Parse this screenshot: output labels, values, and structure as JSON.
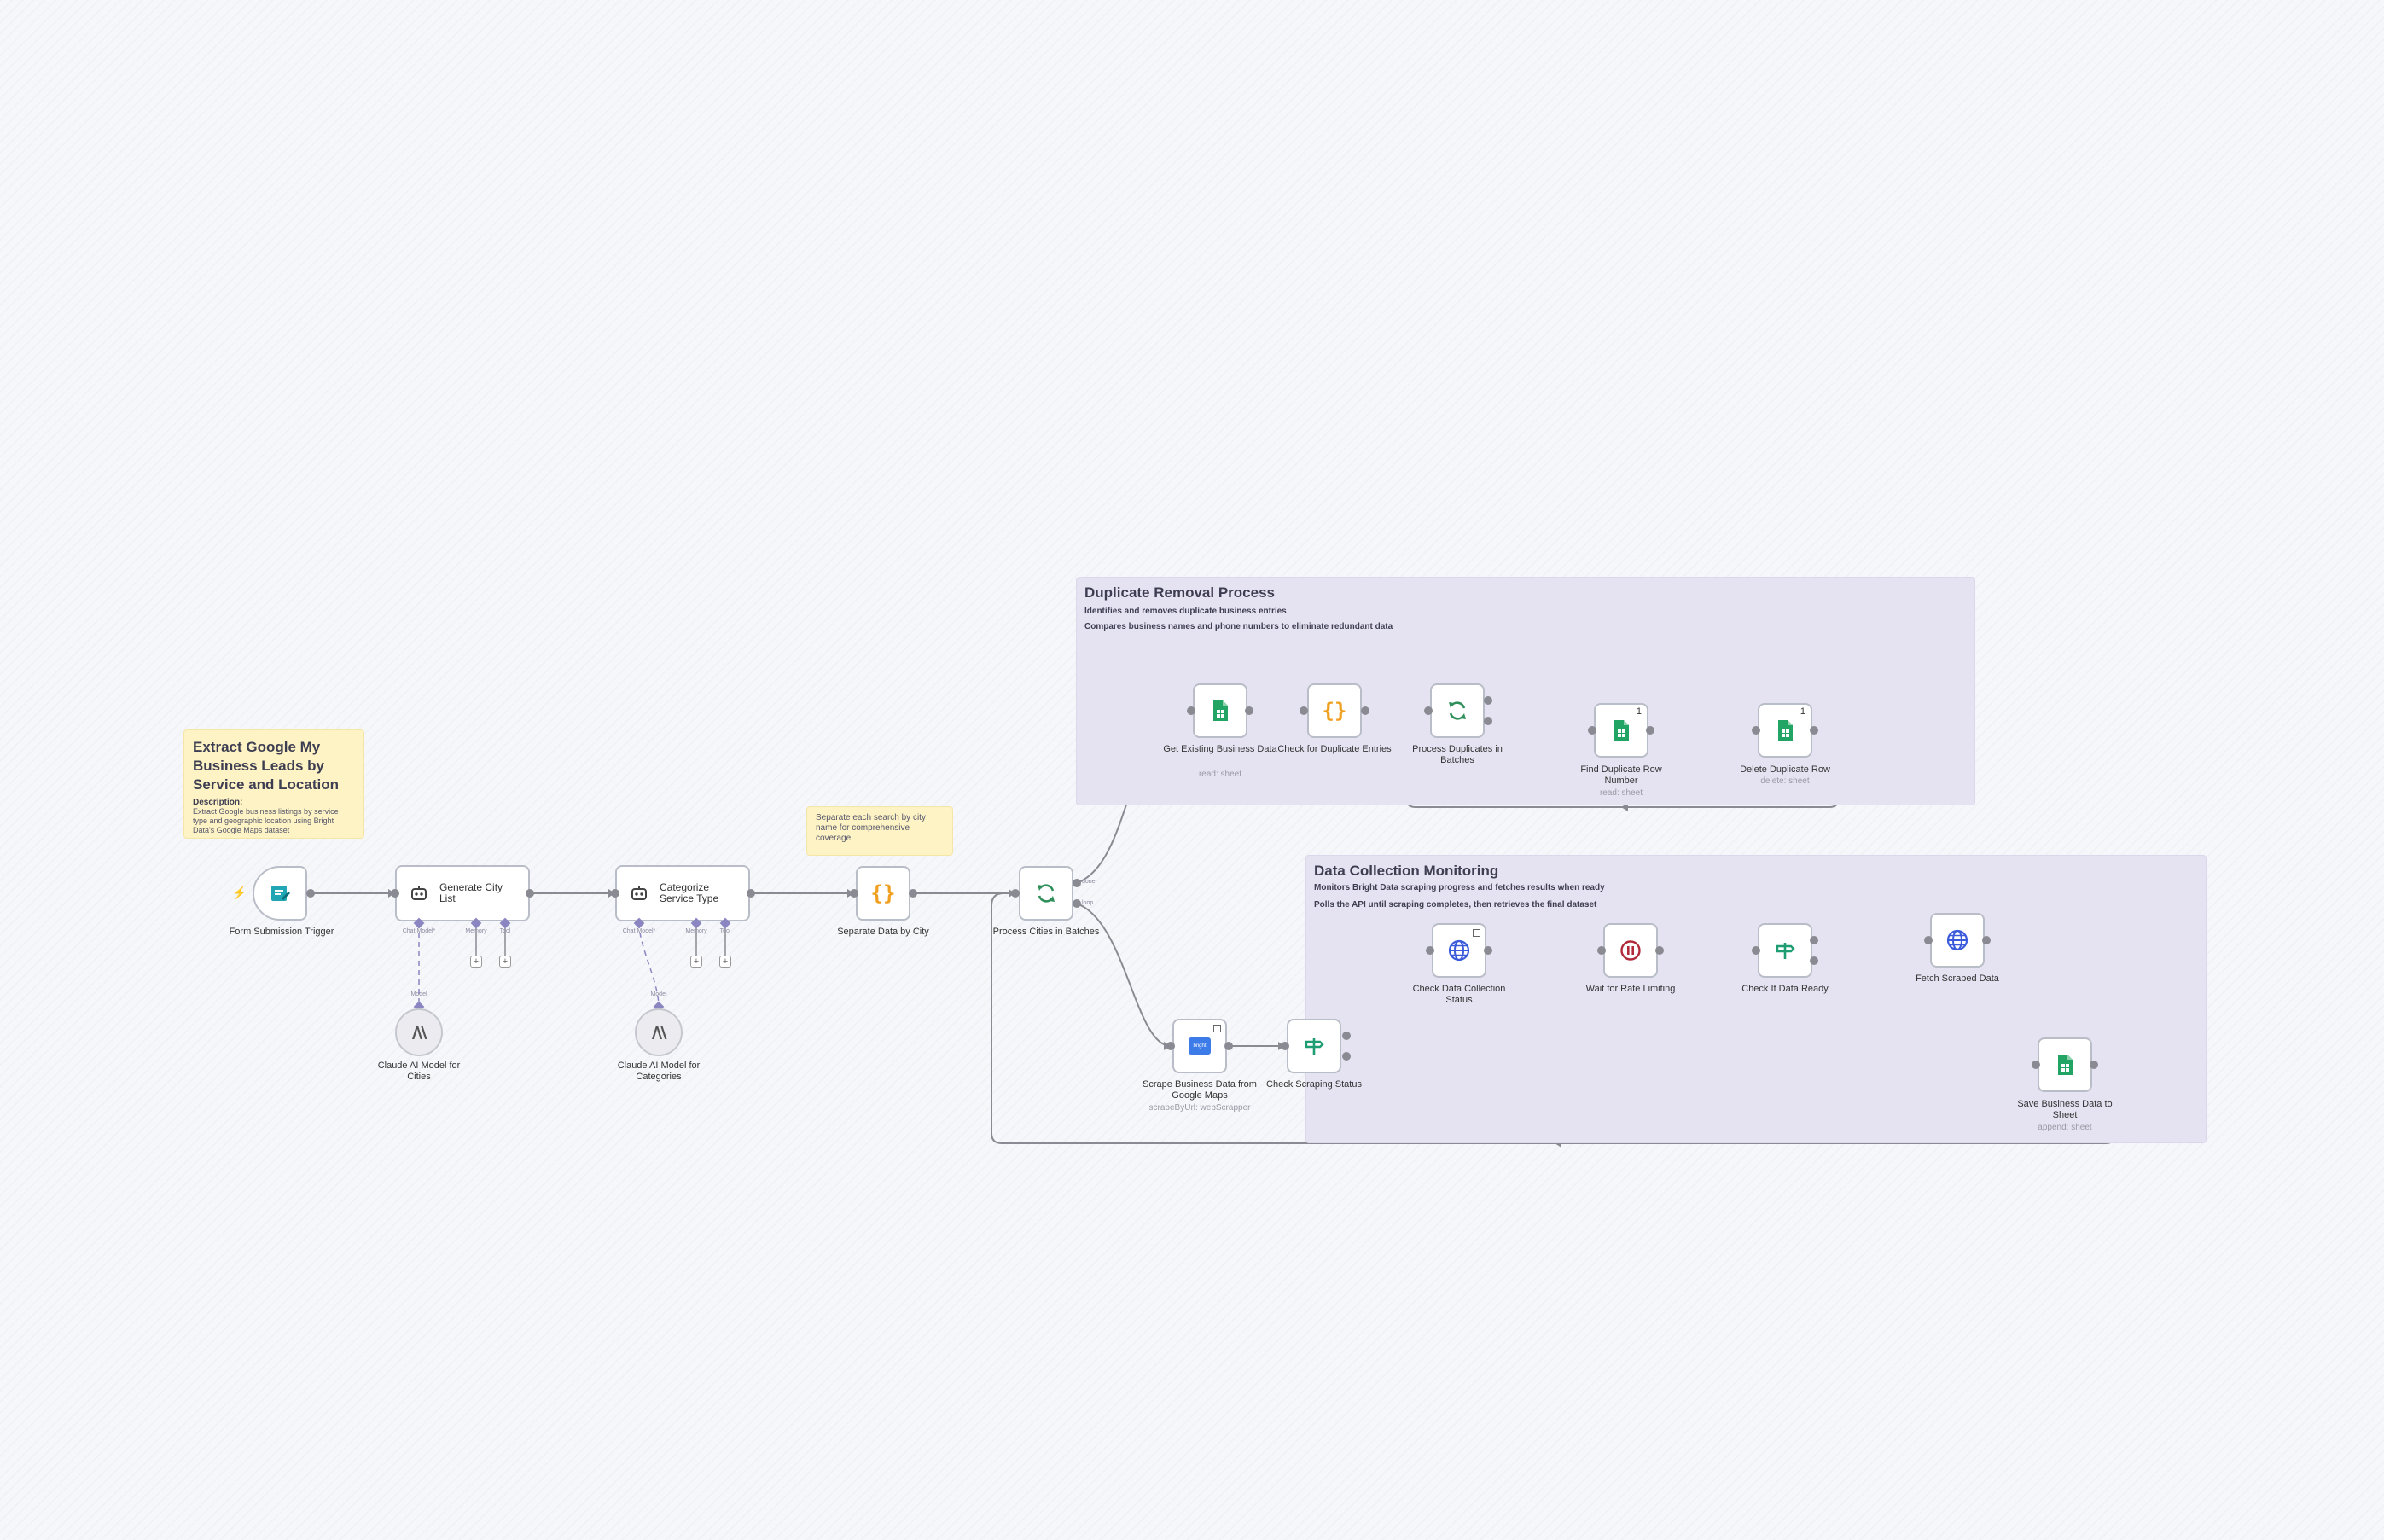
{
  "colors": {
    "sheets_green": "#21a464",
    "code_orange": "#f0a020",
    "loop_green": "#2f8f5a",
    "globe_blue": "#3b5bdb",
    "pause_red": "#b12a3a",
    "if_green": "#1f9d72",
    "brightdata_blue": "#3d7be8",
    "edge_gray": "#8a8a93",
    "ai_dashed": "#8b86c2"
  },
  "stickies": {
    "main": {
      "title": "Extract Google My Business Leads by Service and Location",
      "description_label": "Description:",
      "description_text": "Extract Google business listings by service type and geographic location using Bright Data's Google Maps dataset"
    },
    "separate_note": {
      "text": "Separate each search by city name for comprehensive coverage"
    },
    "duplicate": {
      "title": "Duplicate Removal Process",
      "line1": "Identifies and removes duplicate business entries",
      "line2": "Compares business names and phone numbers to eliminate redundant data"
    },
    "monitoring": {
      "title": "Data Collection Monitoring",
      "line1": "Monitors Bright Data scraping progress and fetches results when ready",
      "line2": "Polls the API until scraping completes, then retrieves the final dataset"
    }
  },
  "nodes": {
    "form_trigger": {
      "label": "Form Submission Trigger",
      "icon": "form-icon"
    },
    "generate_city": {
      "label": "Generate City List",
      "icon": "robot-icon",
      "ports": [
        "Chat Model*",
        "Memory",
        "Tool"
      ]
    },
    "categorize": {
      "label": "Categorize Service Type",
      "icon": "robot-icon",
      "ports": [
        "Chat Model*",
        "Memory",
        "Tool"
      ]
    },
    "claude_cities": {
      "label": "Claude AI Model for Cities",
      "port_label": "Model",
      "icon": "anthropic-icon"
    },
    "claude_categories": {
      "label": "Claude AI Model for Categories",
      "port_label": "Model",
      "icon": "anthropic-icon"
    },
    "separate": {
      "label": "Separate Data by City",
      "icon": "code-icon"
    },
    "process_batches": {
      "label": "Process Cities in Batches",
      "icon": "loop-icon",
      "out1": "done",
      "out2": "loop"
    },
    "get_existing": {
      "label": "Get Existing Business Data",
      "sub": "read: sheet",
      "icon": "sheets-icon"
    },
    "check_dup": {
      "label": "Check for Duplicate Entries",
      "icon": "code-icon"
    },
    "process_dup": {
      "label": "Process Duplicates in Batches",
      "icon": "loop-icon"
    },
    "find_dup": {
      "label": "Find Duplicate Row Number",
      "sub": "read: sheet",
      "icon": "sheets-icon",
      "badge": "1"
    },
    "delete_dup": {
      "label": "Delete Duplicate Row",
      "sub": "delete: sheet",
      "icon": "sheets-icon",
      "badge": "1"
    },
    "scrape": {
      "label": "Scrape Business Data from Google Maps",
      "sub": "scrapeByUrl: webScrapper",
      "icon": "brightdata-icon",
      "logo_text": "bright"
    },
    "check_scraping": {
      "label": "Check Scraping Status",
      "icon": "if-icon"
    },
    "check_collection": {
      "label": "Check Data Collection Status",
      "icon": "globe-icon"
    },
    "wait": {
      "label": "Wait for Rate Limiting",
      "icon": "pause-icon"
    },
    "check_ready": {
      "label": "Check If Data Ready",
      "icon": "if-icon"
    },
    "fetch": {
      "label": "Fetch Scraped Data",
      "icon": "globe-icon"
    },
    "save": {
      "label": "Save Business Data to Sheet",
      "sub": "append: sheet",
      "icon": "sheets-icon"
    }
  }
}
